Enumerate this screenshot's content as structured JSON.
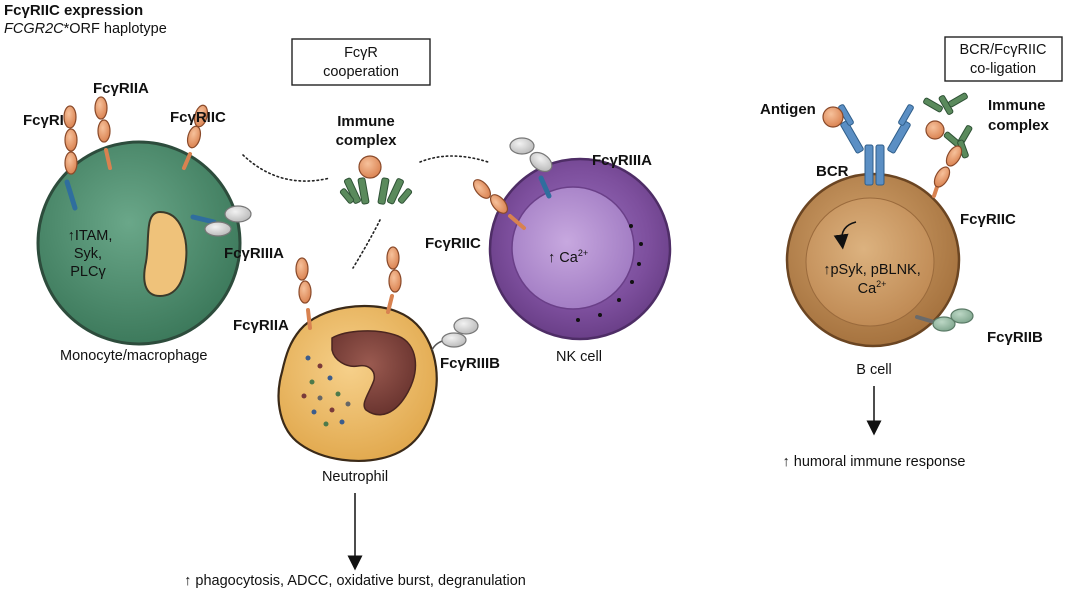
{
  "header": {
    "title": "FcγRIIC expression",
    "subtitle_italic": "FCGR2C",
    "subtitle_rest": "*ORF haplotype"
  },
  "cooperation_box": {
    "line1": "FcγR",
    "line2": "cooperation"
  },
  "coligation_box": {
    "line1": "BCR/FcγRIIC",
    "line2": "co-ligation"
  },
  "immune_complex": {
    "line1": "Immune",
    "line2": "complex"
  },
  "monocyte": {
    "label": "Monocyte/macrophage",
    "receptor_fcgr1": "FcγRI",
    "receptor_fcgr2a": "FcγRIIA",
    "receptor_fcgr2c": "FcγRIIC",
    "receptor_fcgr3a": "FcγRIIIA",
    "signal_line1": "↑ITAM,",
    "signal_line2": "Syk,",
    "signal_line3": "PLCγ",
    "color": "#4f8a6e"
  },
  "nk": {
    "label": "NK cell",
    "receptor_fcgr2c": "FcγRIIC",
    "receptor_fcgr3a": "FcγRIIIA",
    "ca_prefix": "↑ Ca",
    "ca_sup": "2+",
    "color": "#8a5aa8"
  },
  "neutrophil": {
    "label": "Neutrophil",
    "receptor_fcgr2a": "FcγRIIA",
    "receptor_fcgr3b": "FcγRIIIB",
    "outcome": "↑ phagocytosis, ADCC, oxidative burst, degranulation",
    "color": "#e8b860"
  },
  "bcell": {
    "antigen": "Antigen",
    "immune_line1": "Immune",
    "immune_line2": "complex",
    "bcr": "BCR",
    "receptor_fcgr2c": "FcγRIIC",
    "receptor_fcgr2b": "FcγRIIB",
    "signal_line1": "↑pSyk, pBLNK,",
    "signal_ca": "Ca",
    "signal_ca_sup": "2+",
    "label": "B cell",
    "outcome": "↑ humoral immune response",
    "color": "#b98450"
  }
}
